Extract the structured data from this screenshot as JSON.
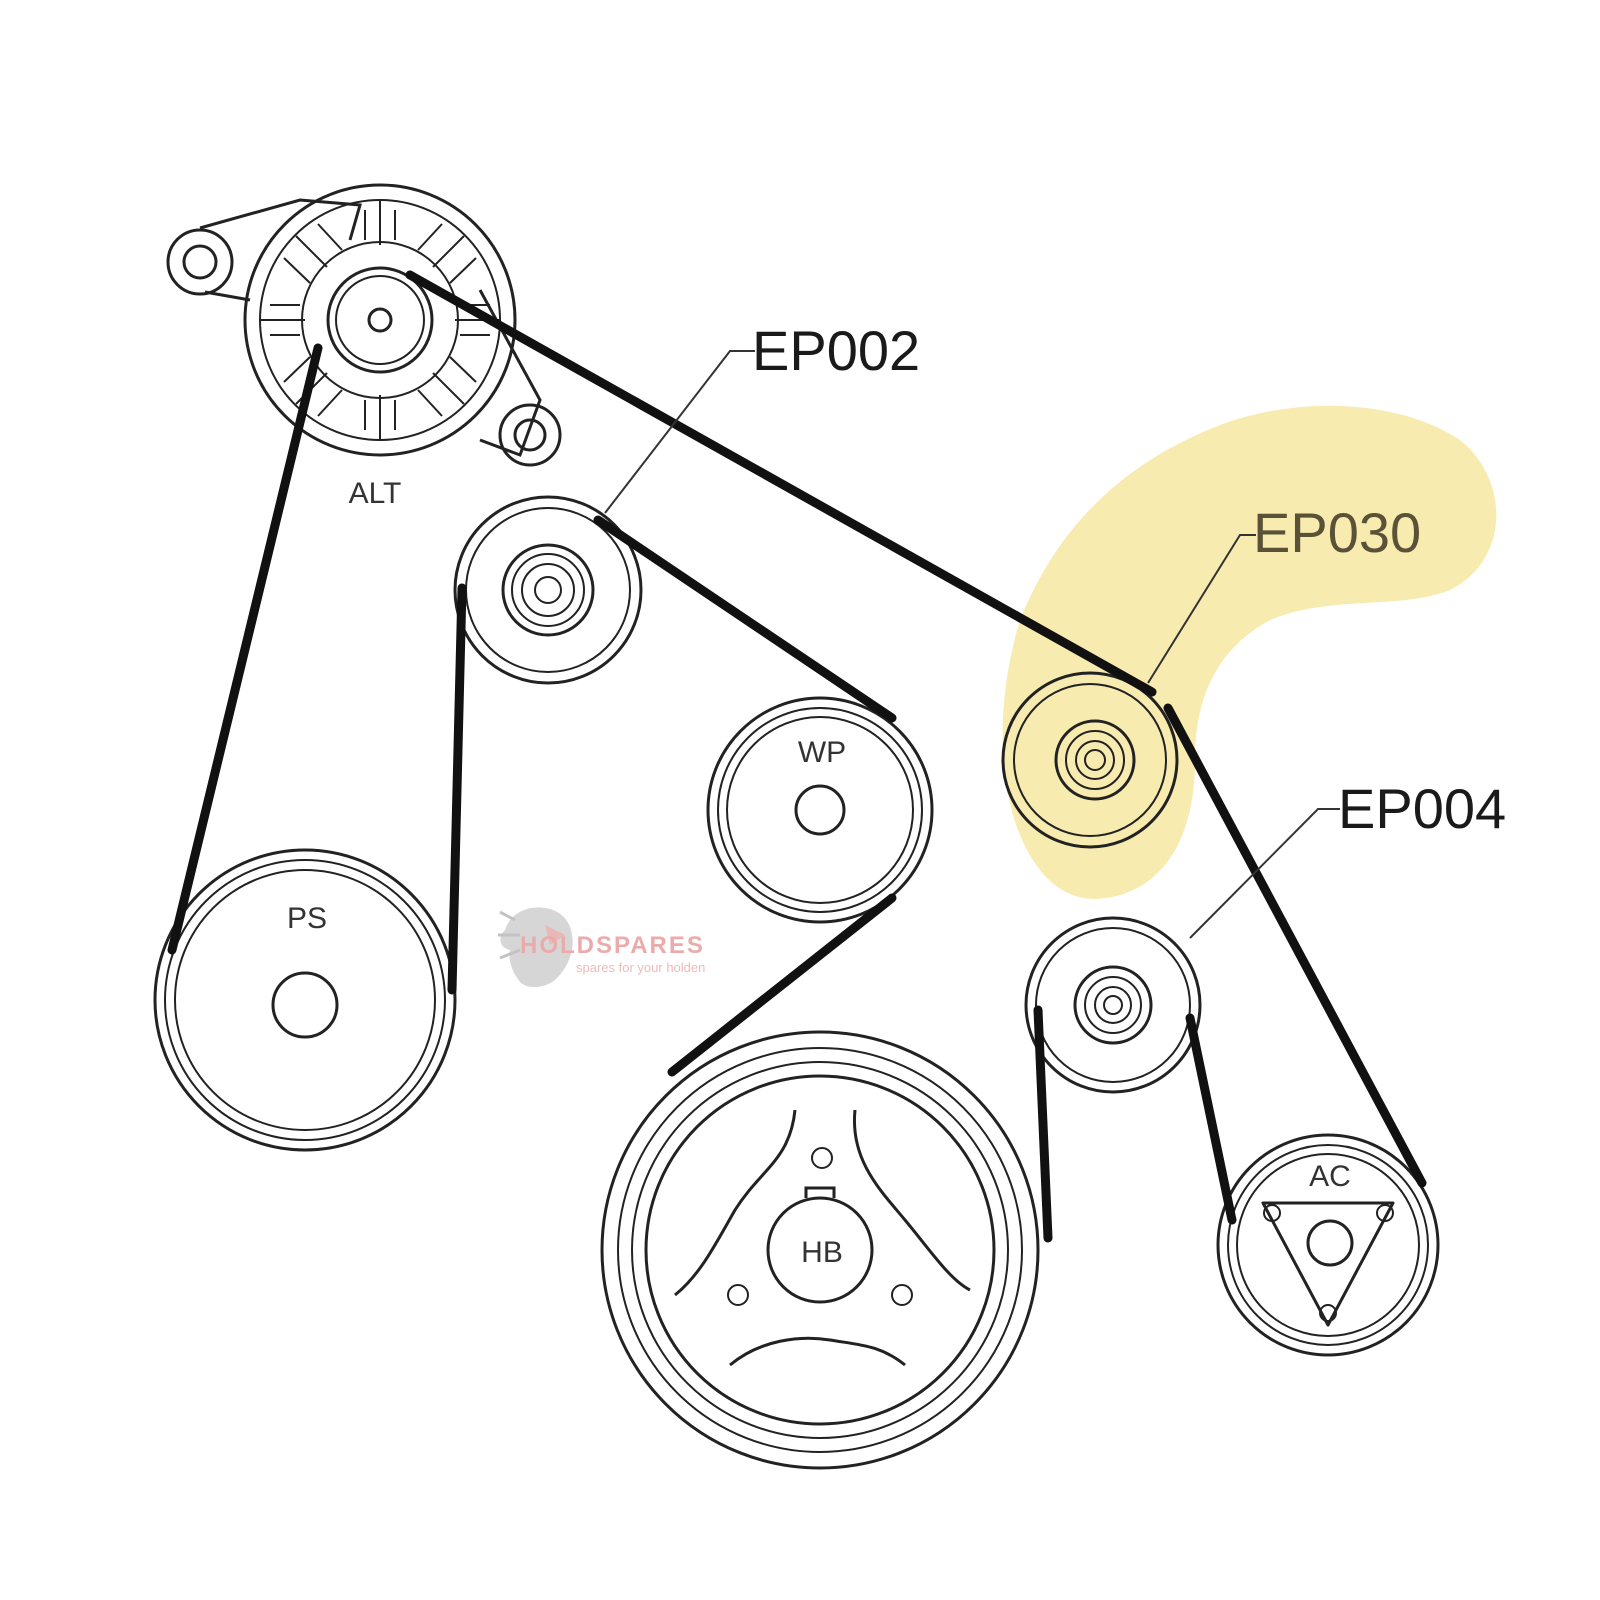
{
  "diagram": {
    "highlight_color": "#f7ebb0",
    "pulleys": {
      "alt": {
        "label": "ALT"
      },
      "wp": {
        "label": "WP"
      },
      "ps": {
        "label": "PS"
      },
      "hb": {
        "label": "HB"
      },
      "ac": {
        "label": "AC"
      }
    },
    "parts": {
      "ep002": {
        "label": "EP002"
      },
      "ep030": {
        "label": "EP030",
        "highlighted": true
      },
      "ep004": {
        "label": "EP004"
      }
    },
    "watermark": {
      "brand": "HOLDSPARES",
      "tagline": "spares for your holden",
      "icon": "lion-head-icon"
    }
  }
}
